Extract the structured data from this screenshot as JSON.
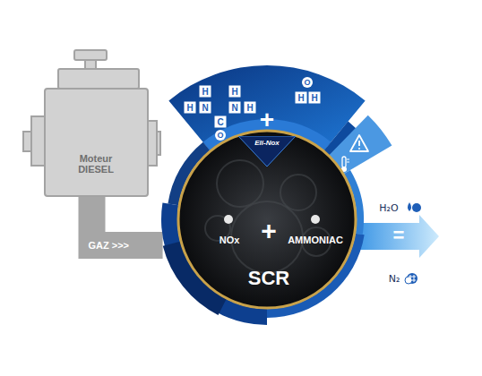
{
  "diagram": {
    "nodes": [
      {
        "text": [
          "Moteur DIESEL"
        ]
      },
      {
        "text": [
          "NOx",
          "+",
          "AMMONIAC",
          "SCR"
        ]
      },
      {
        "text": [
          "Eli-Nox"
        ]
      }
    ],
    "edges": [
      {
        "from": 0,
        "to": 1,
        "arrow": "none",
        "label": "GAZ >>>"
      }
    ],
    "labels": [
      "H",
      "H",
      "H",
      "N",
      "N",
      "H",
      "C",
      "O",
      "O",
      "H",
      "H",
      "+",
      "H₂O",
      "N₂",
      "="
    ]
  }
}
